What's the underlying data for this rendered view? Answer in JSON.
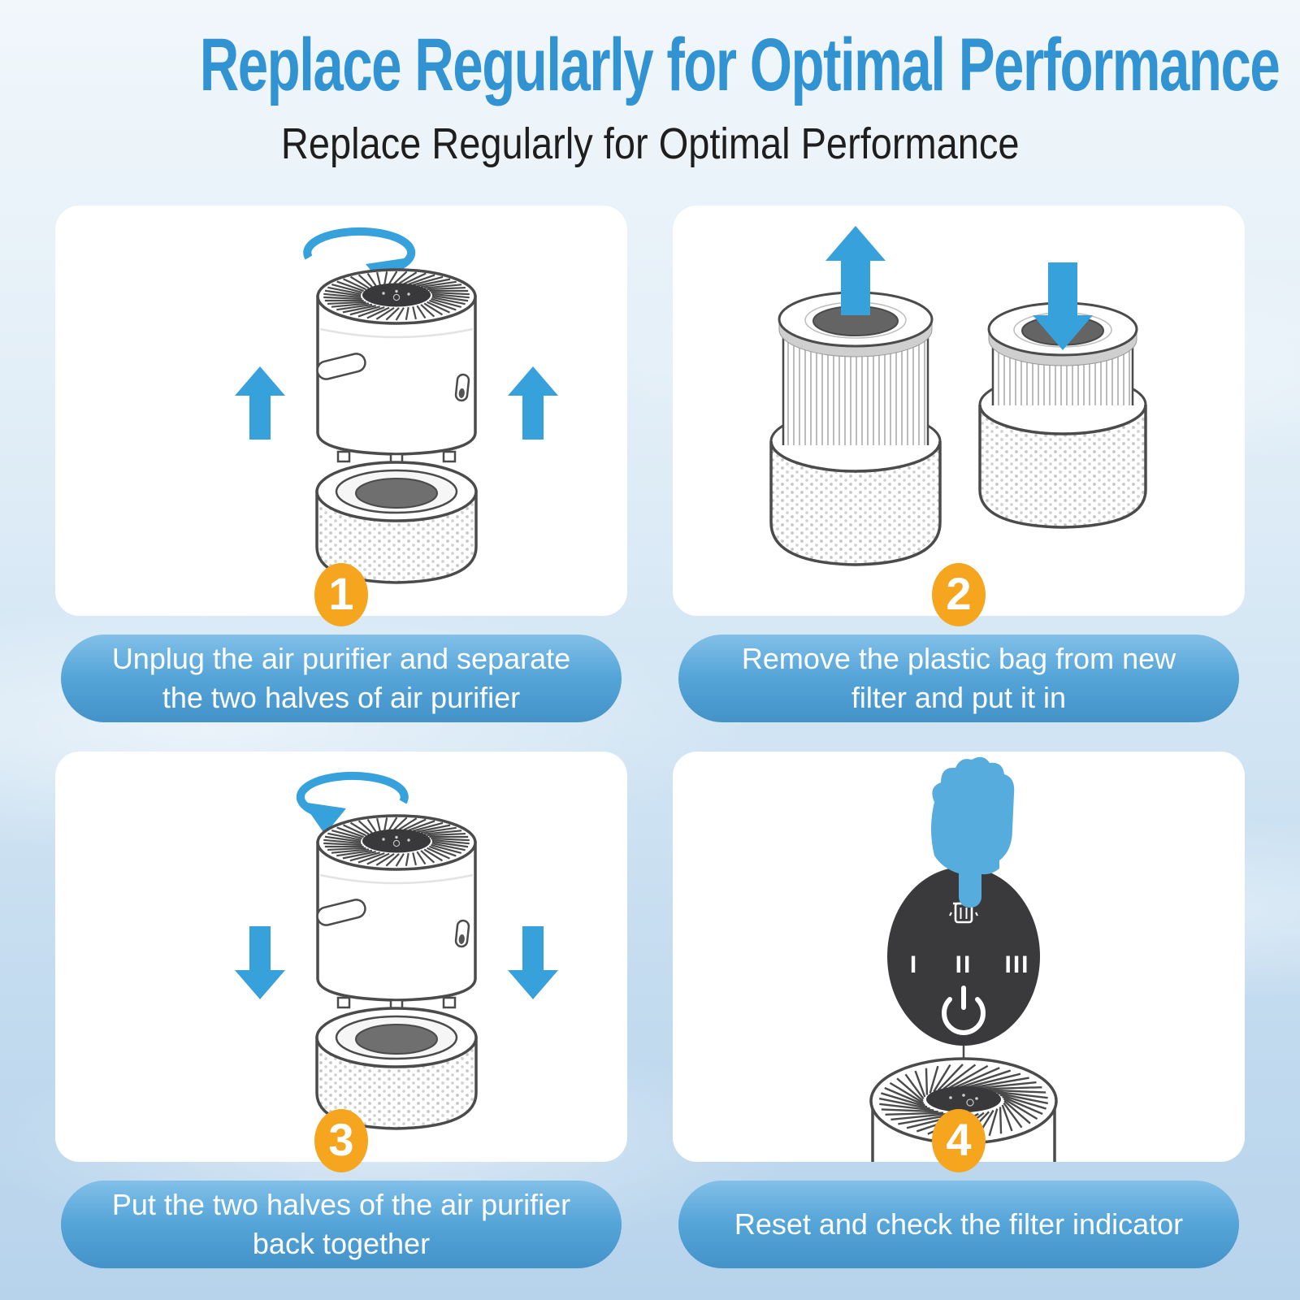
{
  "header": {
    "title": "Replace Regularly for Optimal Performance",
    "subtitle": "Replace Regularly for Optimal Performance"
  },
  "steps": [
    {
      "number": "1",
      "caption": "Unplug the air purifier and separate\nthe two halves of air purifier"
    },
    {
      "number": "2",
      "caption": "Remove the plastic bag from new\nfilter and put it in"
    },
    {
      "number": "3",
      "caption": "Put the two halves of the air purifier\nback together"
    },
    {
      "number": "4",
      "caption": "Reset and check the filter indicator"
    }
  ],
  "control_panel": {
    "speed_low": "I",
    "speed_mid": "II",
    "speed_high": "III"
  },
  "colors": {
    "title_blue": "#3193d1",
    "arrow_blue": "#36a1db",
    "badge_orange": "#f6a51e",
    "pill_blue_top": "#82c0e8",
    "pill_blue_bottom": "#4392c9",
    "line_art_gray": "#4b4b4b",
    "control_panel_dark": "#3a3a3c",
    "hand_blue": "#57acde"
  }
}
